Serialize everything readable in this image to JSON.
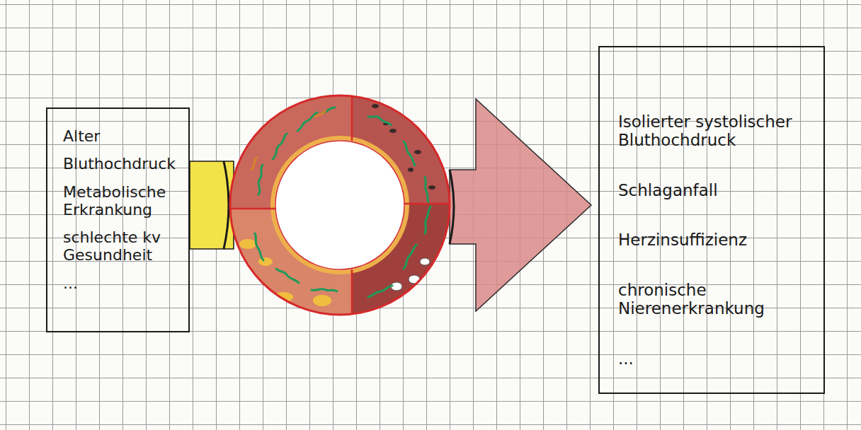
{
  "diagram": {
    "nodes": [
      {
        "text": [
          "Alter",
          "Bluthochdruck",
          "Metabolische Erkrankung",
          "schlechte kv Gesundheit",
          "..."
        ]
      },
      {
        "text": [
          "Isolierter systolischer Bluthochdruck",
          "Schlaganfall",
          "Herzinsuffizienz",
          "chronische Nierenerkrankung",
          "..."
        ]
      }
    ],
    "edges": [
      {
        "from": 0,
        "to": 1,
        "arrow": "to"
      }
    ]
  }
}
